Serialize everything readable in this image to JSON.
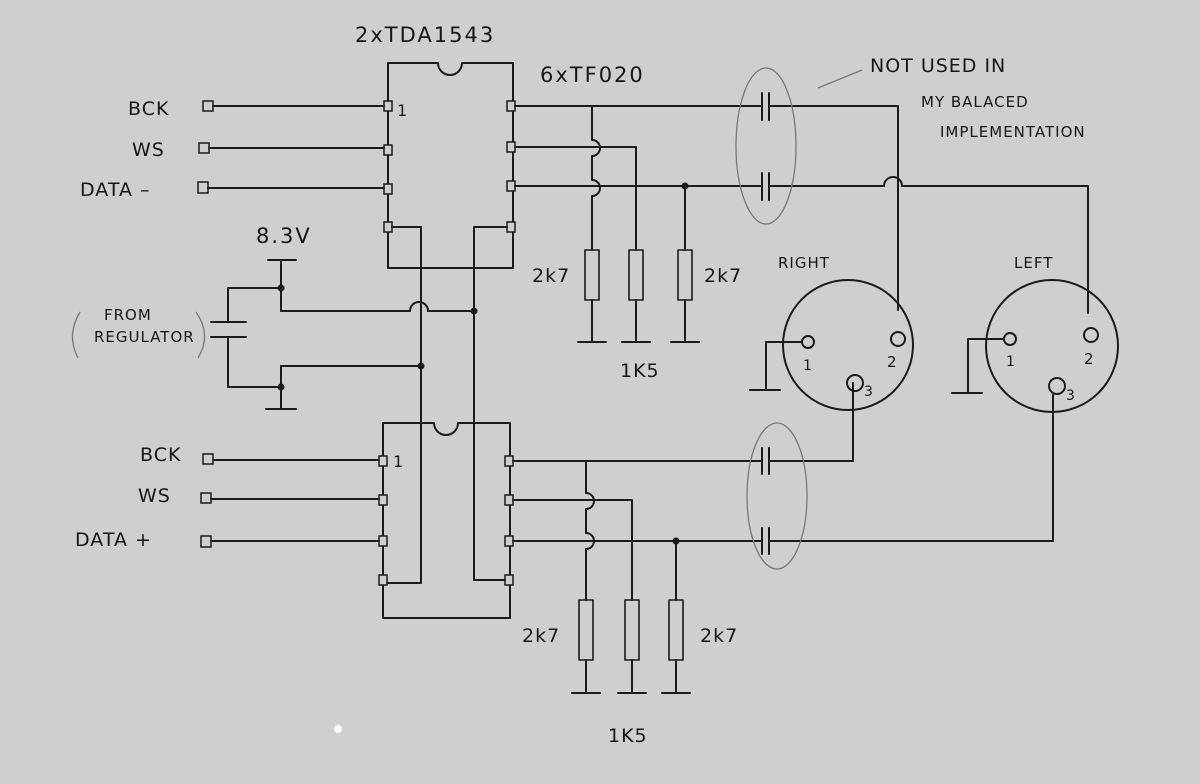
{
  "labels": {
    "ic_title": "2xTDA1543",
    "cap_title": "6xTF020",
    "note_line1": "NOT USED IN",
    "note_line2": "MY BALACED",
    "note_line3": "IMPLEMENTATION",
    "supply_voltage": "8.3V",
    "regulator_line1": "FROM",
    "regulator_line2": "REGULATOR",
    "top_inputs": [
      "BCK",
      "WS",
      "DATA –"
    ],
    "bottom_inputs": [
      "BCK",
      "WS",
      "DATA +"
    ],
    "pin1_top": "1",
    "pin1_bottom": "1",
    "res_2k7_top_left": "2k7",
    "res_2k7_top_right": "2k7",
    "res_1k5_top": "1K5",
    "res_2k7_bottom_left": "2k7",
    "res_2k7_bottom_right": "2k7",
    "res_1k5_bottom": "1K5",
    "connector_right": "RIGHT",
    "connector_left": "LEFT",
    "xlr_pins": [
      "1",
      "2",
      "3"
    ]
  }
}
